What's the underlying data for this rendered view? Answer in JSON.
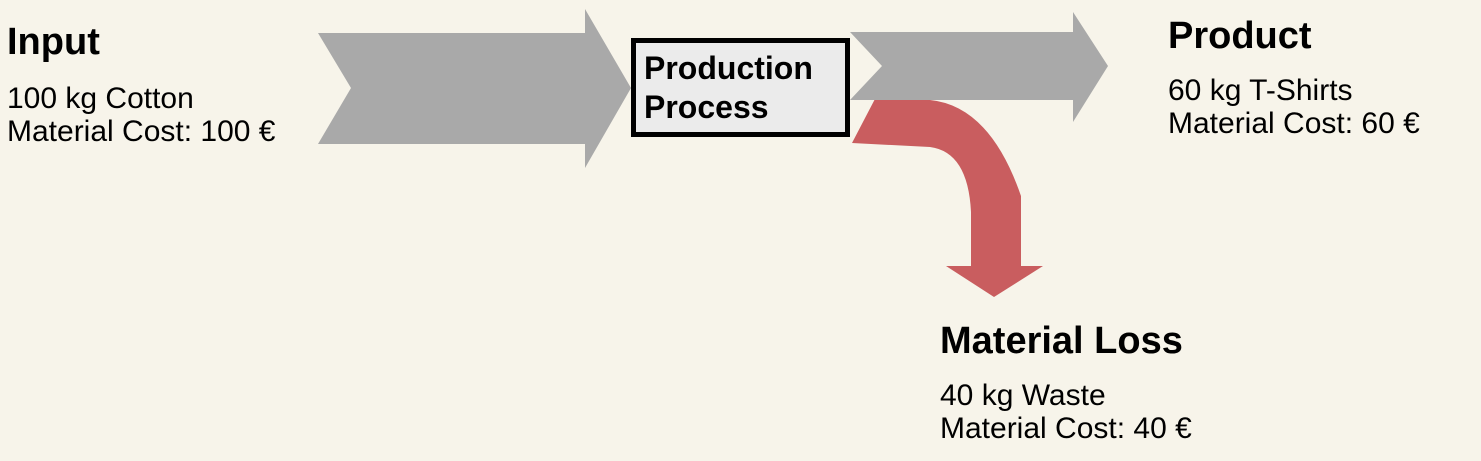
{
  "colors": {
    "background": "#F7F4EA",
    "arrow_gray": "#A9A9A9",
    "arrow_red": "#C95D5F",
    "process_box_fill": "#EBEBEB",
    "process_box_border": "#000000",
    "text": "#000000"
  },
  "input": {
    "title": "Input",
    "quantity": "100 kg Cotton",
    "cost": "Material Cost: 100 €"
  },
  "process": {
    "label": "Production Process"
  },
  "product": {
    "title": "Product",
    "quantity": "60 kg T-Shirts",
    "cost": "Material Cost: 60 €"
  },
  "material_loss": {
    "title": "Material Loss",
    "quantity": "40 kg Waste",
    "cost": "Material Cost: 40 €"
  }
}
